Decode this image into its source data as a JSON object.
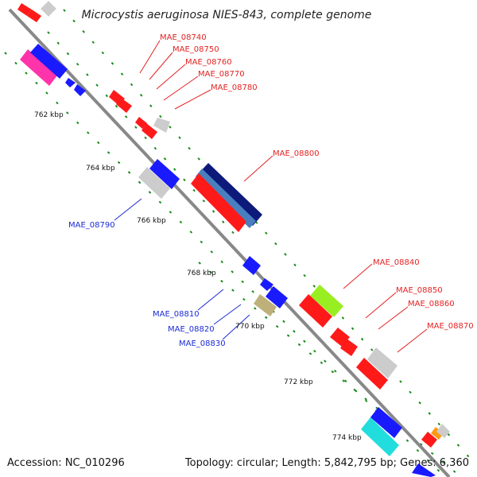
{
  "title": "Microcystis aeruginosa NIES-843, complete genome",
  "footer": {
    "accession": "Accession: NC_010296",
    "summary": "Topology: circular; Length: 5,842,795 bp; Genes: 6,360"
  },
  "colors": {
    "backbone": "#888888",
    "tick": "#1a8a1a",
    "forward": "#ff1a1a",
    "reverse": "#1a1aff",
    "other": "#cccccc"
  },
  "scale_labels": [
    "762 kbp",
    "764 kbp",
    "766 kbp",
    "768 kbp",
    "770 kbp",
    "772 kbp",
    "774 kbp"
  ],
  "gene_labels": {
    "top_right": [
      "MAE_08740",
      "MAE_08750",
      "MAE_08760",
      "MAE_08770",
      "MAE_08780"
    ],
    "mid_right": "MAE_08800",
    "mid_left": "MAE_08790",
    "lower_left": [
      "MAE_08810",
      "MAE_08820",
      "MAE_08830"
    ],
    "lower_right": [
      "MAE_08840",
      "MAE_08850",
      "MAE_08860",
      "MAE_08870"
    ]
  }
}
